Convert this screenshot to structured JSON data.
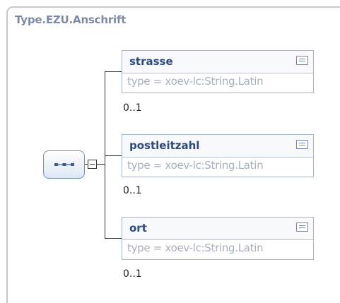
{
  "frame": {
    "title": "Type.EZU.Anschrift"
  },
  "compositor": {
    "kind": "sequence",
    "icon": "sequence-compositor-icon"
  },
  "elements": [
    {
      "name": "strasse",
      "type": "type = xoev-lc:String.Latin",
      "multiplicity": "0..1"
    },
    {
      "name": "postleitzahl",
      "type": "type = xoev-lc:String.Latin",
      "multiplicity": "0..1"
    },
    {
      "name": "ort",
      "type": "type = xoev-lc:String.Latin",
      "multiplicity": "0..1"
    }
  ]
}
